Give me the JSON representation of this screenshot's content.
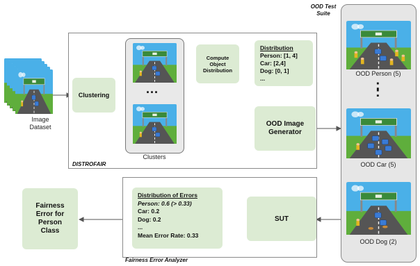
{
  "image_dataset": {
    "label": "Image Dataset"
  },
  "distrofair": {
    "title": "DISTROFAIR",
    "clustering": "Clustering",
    "clusters_label": "Clusters",
    "ellipsis": "...",
    "compute": "Compute Object Distribution",
    "distribution": {
      "header": "Distribution",
      "lines": [
        "Person: [1, 4]",
        "Car: [2,4]",
        "Dog: [0, 1]",
        "..."
      ]
    },
    "generator": "OOD Image Generator"
  },
  "ood_suite": {
    "title": "OOD Test Suite",
    "items": [
      "OOD Person (5)",
      "OOD Car (5)",
      "OOD Dog (2)"
    ],
    "ellipsis": ":"
  },
  "analyzer": {
    "title": "Fairness Error Analyzer",
    "sut": "SUT",
    "errors": {
      "header": "Distribution of Errors",
      "person_line": "Person: 0.6  (> 0.33)",
      "lines": [
        "Car: 0.2",
        "Dog: 0.2",
        "...",
        "Mean Error Rate: 0.33"
      ]
    }
  },
  "fairness_output": "Fairness Error for Person Class",
  "colors": {
    "box_green": "#dcebd3",
    "sky": "#4ab0e8",
    "grass": "#5fae3c",
    "road": "#555555",
    "sign": "#3a8a3a",
    "suite_bg": "#e6e6e6"
  }
}
